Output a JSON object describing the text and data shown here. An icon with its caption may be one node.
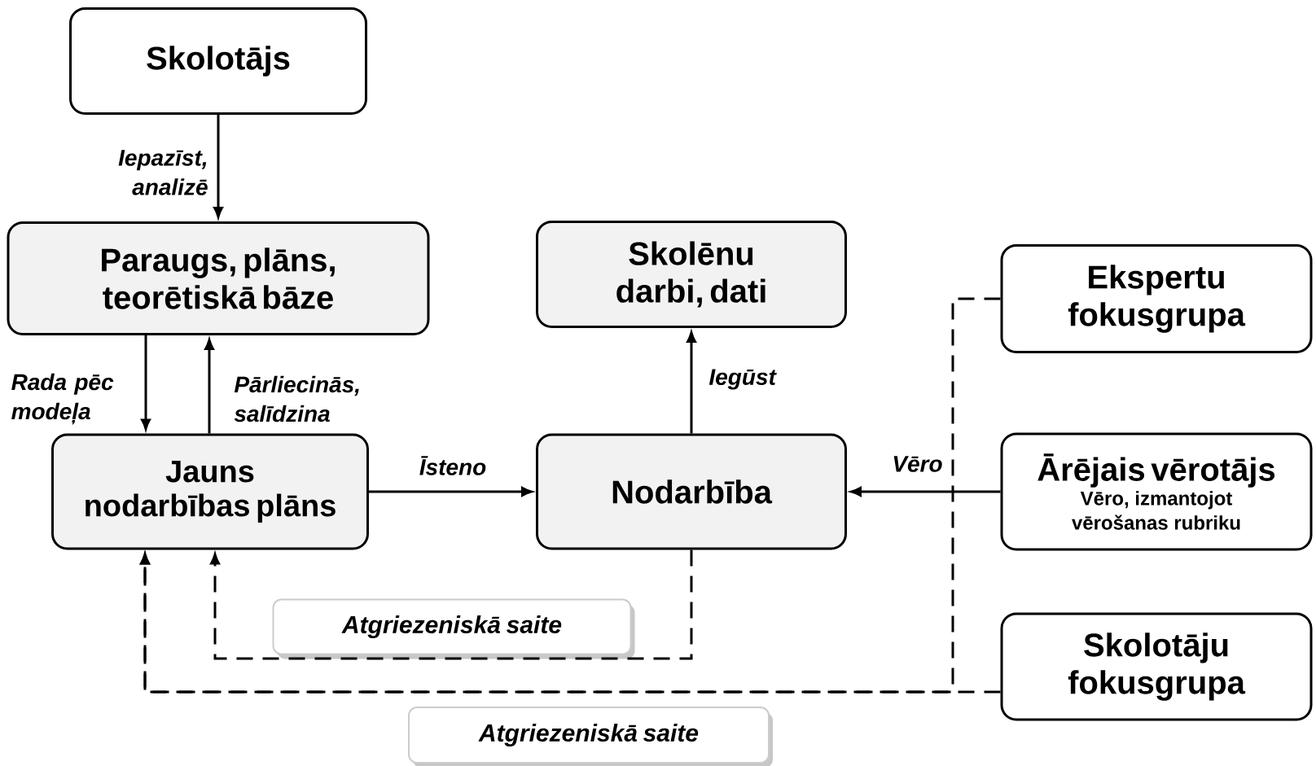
{
  "diagram": {
    "nodes": [
      {
        "text": [
          "Skolotājs"
        ]
      },
      {
        "text": [
          "Paraugs, plāns, teorētiskā bāze"
        ]
      },
      {
        "text": [
          "Skolēnu darbi, dati"
        ]
      },
      {
        "text": [
          "Ekspertu fokusgrupa"
        ]
      },
      {
        "text": [
          "Jauns nodarbības plāns"
        ]
      },
      {
        "text": [
          "Nodarbība"
        ]
      },
      {
        "text": [
          "Ārējais vērotājs",
          "Vēro, izmantojot vērošanas rubriku"
        ]
      },
      {
        "text": [
          "Skolotāju fokusgrupa"
        ]
      },
      {
        "text": [
          "Atgriezeniskā saite"
        ]
      },
      {
        "text": [
          "Atgriezeniskā saite"
        ]
      }
    ],
    "edges": [
      {
        "from": 0,
        "to": 1,
        "arrow": "to",
        "label": "Iepazīst, analizē"
      },
      {
        "from": 1,
        "to": 4,
        "arrow": "to",
        "label": "Rada pēc modeļa"
      },
      {
        "from": 4,
        "to": 1,
        "arrow": "to",
        "label": "Pārliecinās, salīdzina"
      },
      {
        "from": 4,
        "to": 5,
        "arrow": "to",
        "label": "Īsteno"
      },
      {
        "from": 5,
        "to": 2,
        "arrow": "to",
        "label": "Iegūst"
      },
      {
        "from": 6,
        "to": 5,
        "arrow": "to",
        "label": "Vēro"
      },
      {
        "from": 5,
        "to": 4,
        "arrow": "to",
        "style": "dashed"
      },
      {
        "from": 3,
        "to": 4,
        "arrow": "to",
        "style": "dashed"
      },
      {
        "from": 7,
        "to": 4,
        "arrow": "to",
        "style": "dashed"
      }
    ]
  }
}
